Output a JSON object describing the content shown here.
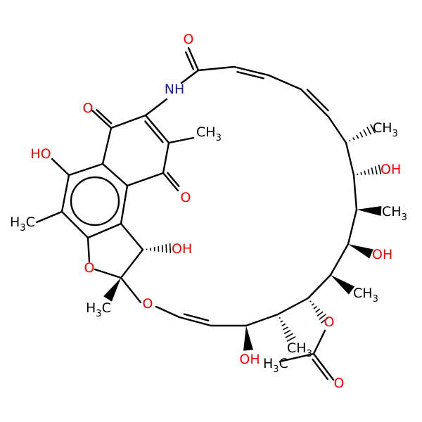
{
  "colors": {
    "background": "#ffffff",
    "bond": "#000000",
    "carbon": "#000000",
    "oxygen": "#ff0000",
    "nitrogen": "#1a1aa6"
  },
  "labels": {
    "o_amide": "O",
    "nh": "NH",
    "o_quinone_top": "O",
    "me_quinone": "CH",
    "me_quinone_sub": "3",
    "ho_phenol": "HO",
    "o_quinone_bottom": "O",
    "me_aryl_h": "H",
    "me_aryl_sub": "3",
    "me_aryl_c": "C",
    "oh_furan": "OH",
    "o_furan": "O",
    "me_ketal_h": "H",
    "me_ketal_sub": "3",
    "me_ketal_c": "C",
    "o_enol_ether": "O",
    "me_c1": "CH",
    "me_c1_sub": "3",
    "oh_c2": "OH",
    "me_c3": "CH",
    "me_c3_sub": "3",
    "oh_c4": "OH",
    "me_c5": "CH",
    "me_c5_sub": "3",
    "o_ester": "O",
    "me_c7": "CH",
    "me_c7_sub": "3",
    "oh_c8": "OH",
    "me_acetyl_h": "H",
    "me_acetyl_sub": "3",
    "me_acetyl_c": "C",
    "o_acetyl": "O"
  }
}
